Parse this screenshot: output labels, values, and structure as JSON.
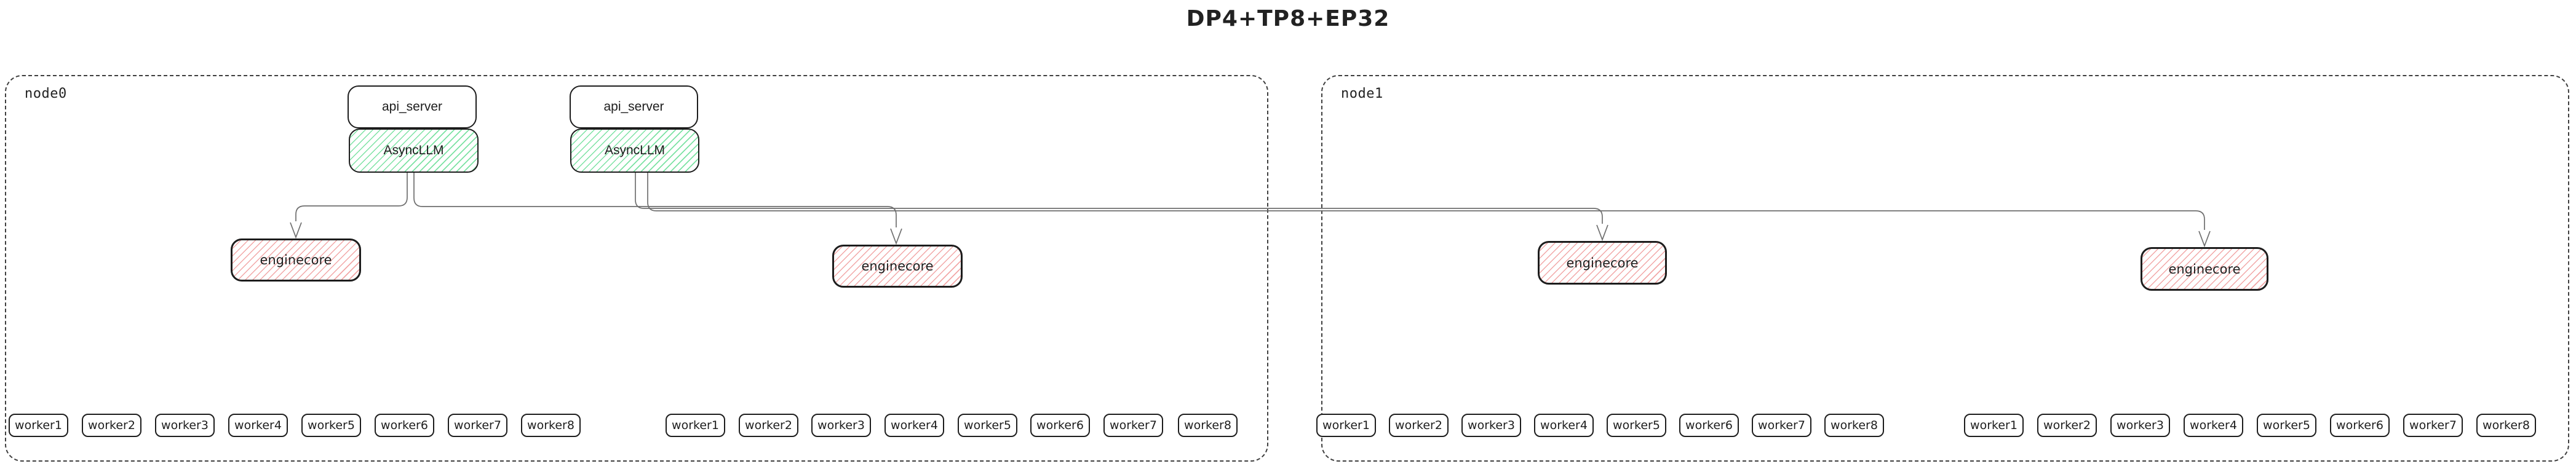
{
  "title": "DP4+TP8+EP32",
  "colors": {
    "box_border": "#1d1d1d",
    "node_border": "#3f3f3f",
    "green_hatch": "#7ce2a3",
    "pink_hatch": "#f2a7a7",
    "connector": "#6f6f6f",
    "text": "#1d1d1d"
  },
  "node0": {
    "label": "node0"
  },
  "node1": {
    "label": "node1"
  },
  "stacks": [
    {
      "api": "api_server",
      "llm": "AsyncLLM"
    },
    {
      "api": "api_server",
      "llm": "AsyncLLM"
    }
  ],
  "enginecores": [
    {
      "label": "enginecore"
    },
    {
      "label": "enginecore"
    },
    {
      "label": "enginecore"
    },
    {
      "label": "enginecore"
    }
  ],
  "worker_groups": [
    {
      "workers": [
        "worker1",
        "worker2",
        "worker3",
        "worker4",
        "worker5",
        "worker6",
        "worker7",
        "worker8"
      ]
    },
    {
      "workers": [
        "worker1",
        "worker2",
        "worker3",
        "worker4",
        "worker5",
        "worker6",
        "worker7",
        "worker8"
      ]
    },
    {
      "workers": [
        "worker1",
        "worker2",
        "worker3",
        "worker4",
        "worker5",
        "worker6",
        "worker7",
        "worker8"
      ]
    },
    {
      "workers": [
        "worker1",
        "worker2",
        "worker3",
        "worker4",
        "worker5",
        "worker6",
        "worker7",
        "worker8"
      ]
    }
  ]
}
